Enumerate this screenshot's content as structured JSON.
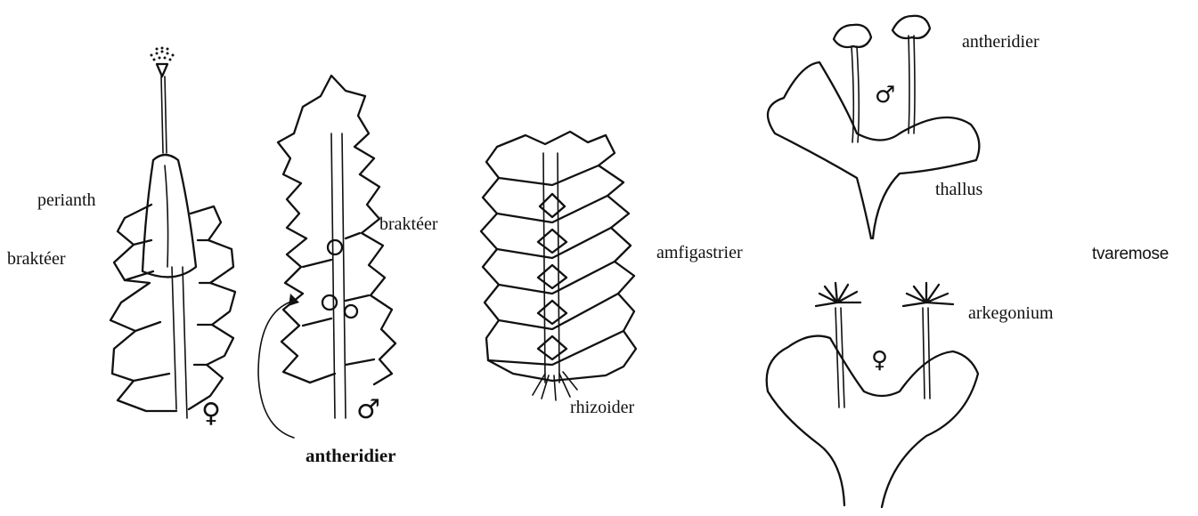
{
  "labels": {
    "perianth": "perianth",
    "brakteer_left": "braktéer",
    "brakteer_right": "braktéer",
    "antheridier_bottom": "antheridier",
    "rhizoider": "rhizoider",
    "amfigastrier": "amfigastrier",
    "antheridier_top": "antheridier",
    "thallus": "thallus",
    "tvaremose": "tvaremose",
    "arkegonium": "arkegonium"
  },
  "symbols": {
    "female": "♀",
    "male": "♂"
  }
}
